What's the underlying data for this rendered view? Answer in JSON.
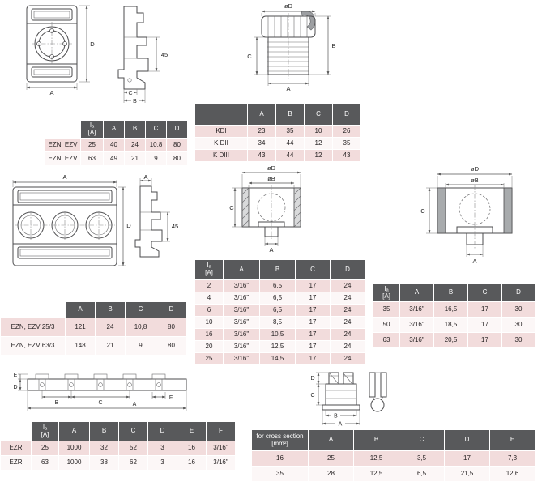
{
  "colors": {
    "header_bg": "#58595b",
    "header_text": "#ffffff",
    "row_pink": "#f2dcdc",
    "row_alt": "#fcf7f7",
    "line": "#4b4b4d",
    "gray_fill": "#9d9fa2"
  },
  "drawings": {
    "ezn_front": {
      "a": "A",
      "d": "D"
    },
    "ezn_side": {
      "h": "45",
      "c": "C",
      "b": "B"
    },
    "kd_gland": {
      "od": "øD",
      "b": "B",
      "c": "C",
      "a": "A"
    },
    "ezn3_front": {
      "a": "A",
      "d": "D"
    },
    "ezn3_side": {
      "a": "A",
      "h": "45"
    },
    "ez_mid": {
      "od": "øD",
      "ob": "øB",
      "c": "C",
      "a": "A"
    },
    "ez_right": {
      "od": "øD",
      "ob": "øB",
      "c": "C",
      "a": "A"
    },
    "ezr_strip": {
      "e": "E",
      "d": "D",
      "b": "B",
      "c": "C",
      "a": "A",
      "f": "F"
    },
    "clamp": {
      "d": "D",
      "c": "C",
      "b": "B",
      "a": "A"
    }
  },
  "tables": {
    "ezn_single": {
      "ia_header": "Iₐ\n[A]",
      "cols": [
        "A",
        "B",
        "C",
        "D"
      ],
      "rows": [
        {
          "label": "EZN, EZV",
          "ia": "25",
          "c": [
            "40",
            "24",
            "10,8",
            "80"
          ]
        },
        {
          "label": "EZN, EZV",
          "ia": "63",
          "c": [
            "49",
            "21",
            "9",
            "80"
          ]
        }
      ]
    },
    "kd": {
      "cols": [
        "A",
        "B",
        "C",
        "D"
      ],
      "rows": [
        {
          "label": "KDI",
          "c": [
            "23",
            "35",
            "10",
            "26"
          ]
        },
        {
          "label": "K DII",
          "c": [
            "34",
            "44",
            "12",
            "35"
          ]
        },
        {
          "label": "K DIII",
          "c": [
            "43",
            "44",
            "12",
            "43"
          ]
        }
      ]
    },
    "ezn_triple": {
      "cols": [
        "A",
        "B",
        "C",
        "D"
      ],
      "rows": [
        {
          "label": "EZN, EZV 25/3",
          "c": [
            "121",
            "24",
            "10,8",
            "80"
          ]
        },
        {
          "label": "EZN, EZV 63/3",
          "c": [
            "148",
            "21",
            "9",
            "80"
          ]
        }
      ]
    },
    "ez_small": {
      "ia_header": "Iₐ\n[A]",
      "cols": [
        "A",
        "B",
        "C",
        "D"
      ],
      "rows": [
        {
          "ia": "2",
          "c": [
            "3/16\"",
            "6,5",
            "17",
            "24"
          ]
        },
        {
          "ia": "4",
          "c": [
            "3/16\"",
            "6,5",
            "17",
            "24"
          ]
        },
        {
          "ia": "6",
          "c": [
            "3/16\"",
            "6,5",
            "17",
            "24"
          ]
        },
        {
          "ia": "10",
          "c": [
            "3/16\"",
            "8,5",
            "17",
            "24"
          ]
        },
        {
          "ia": "16",
          "c": [
            "3/16\"",
            "10,5",
            "17",
            "24"
          ]
        },
        {
          "ia": "20",
          "c": [
            "3/16\"",
            "12,5",
            "17",
            "24"
          ]
        },
        {
          "ia": "25",
          "c": [
            "3/16\"",
            "14,5",
            "17",
            "24"
          ]
        }
      ]
    },
    "ez_large": {
      "ia_header": "Iₐ\n[A]",
      "cols": [
        "A",
        "B",
        "C",
        "D"
      ],
      "rows": [
        {
          "ia": "35",
          "c": [
            "3/16\"",
            "16,5",
            "17",
            "30"
          ]
        },
        {
          "ia": "50",
          "c": [
            "3/16\"",
            "18,5",
            "17",
            "30"
          ]
        },
        {
          "ia": "63",
          "c": [
            "3/16\"",
            "20,5",
            "17",
            "30"
          ]
        }
      ]
    },
    "ezr": {
      "ia_header": "Iₐ\n[A]",
      "cols": [
        "A",
        "B",
        "C",
        "D",
        "E",
        "F"
      ],
      "rows": [
        {
          "label": "EZR",
          "ia": "25",
          "c": [
            "1000",
            "32",
            "52",
            "3",
            "16",
            "3/16\""
          ]
        },
        {
          "label": "EZR",
          "ia": "63",
          "c": [
            "1000",
            "38",
            "62",
            "3",
            "16",
            "3/16\""
          ]
        }
      ]
    },
    "cross_section": {
      "label_header": "for cross section\n[mm²]",
      "cols": [
        "A",
        "B",
        "C",
        "D",
        "E"
      ],
      "rows": [
        {
          "label": "16",
          "c": [
            "25",
            "12,5",
            "3,5",
            "17",
            "7,3"
          ]
        },
        {
          "label": "35",
          "c": [
            "28",
            "12,5",
            "6,5",
            "21,5",
            "12,6"
          ]
        }
      ]
    }
  }
}
